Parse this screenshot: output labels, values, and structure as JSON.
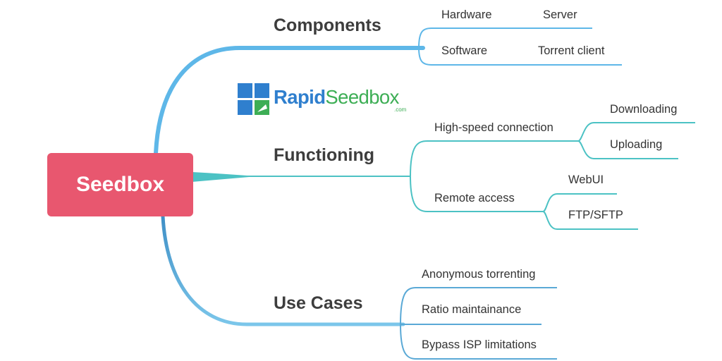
{
  "root": {
    "label": "Seedbox"
  },
  "branches": [
    {
      "label": "Components",
      "children": [
        {
          "label": "Hardware",
          "child": "Server"
        },
        {
          "label": "Software",
          "child": "Torrent client"
        }
      ]
    },
    {
      "label": "Functioning",
      "children": [
        {
          "label": "High-speed connection",
          "children": [
            "Downloading",
            "Uploading"
          ]
        },
        {
          "label": "Remote access",
          "children": [
            "WebUI",
            "FTP/SFTP"
          ]
        }
      ]
    },
    {
      "label": "Use Cases",
      "children": [
        "Anonymous torrenting",
        "Ratio maintainance",
        "Bypass ISP limitations"
      ]
    }
  ],
  "logo": {
    "word1": "Rapid",
    "word2": "Seedbox",
    "suffix": ".com"
  },
  "colors": {
    "root_fill": "#e8576f",
    "components_link": "#5eb7e8",
    "functioning_link": "#4cc2c4",
    "usecases_link": "#5aa9d6",
    "logo_blue": "#2f7fce",
    "logo_green": "#3dae55"
  }
}
